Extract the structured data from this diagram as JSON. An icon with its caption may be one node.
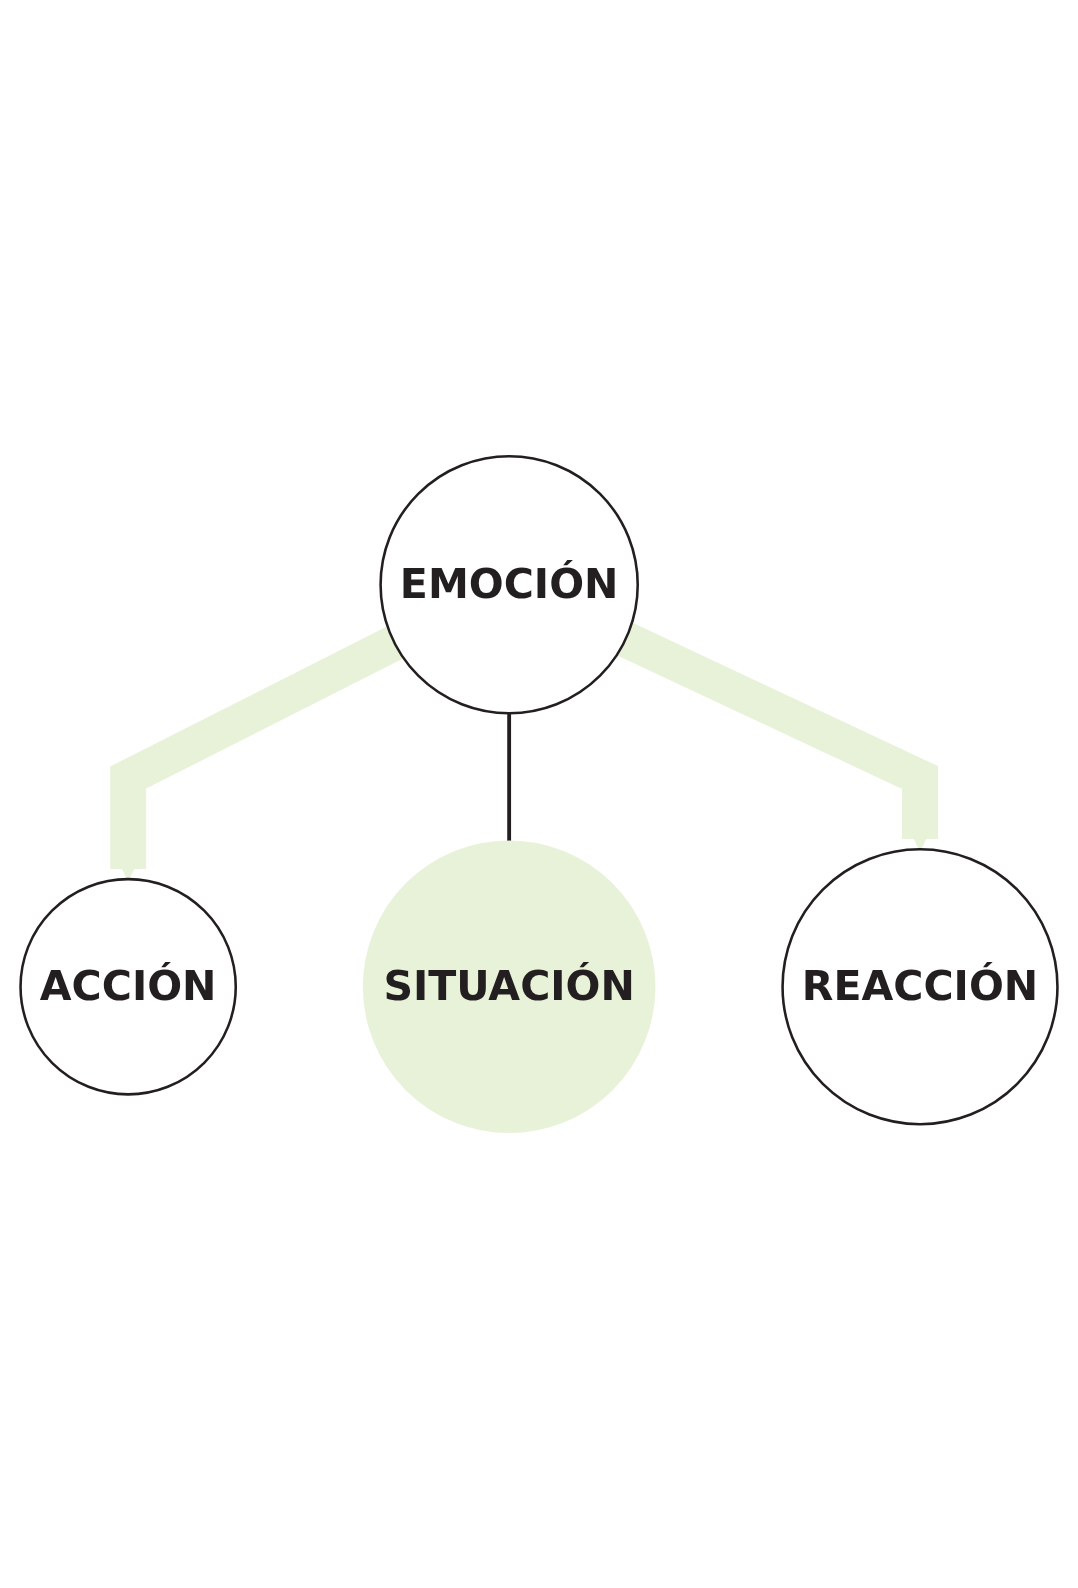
{
  "diagram": {
    "nodes": [
      {
        "text": [
          "ACCIÓN"
        ]
      },
      {
        "text": [
          "EMOCIÓN"
        ]
      },
      {
        "text": [
          "SITUACIÓN"
        ]
      },
      {
        "text": [
          "REACCIÓN"
        ]
      }
    ],
    "edges": [
      {
        "from": 1,
        "to": 0,
        "arrow": "to"
      },
      {
        "from": 1,
        "to": 2,
        "arrow": "none",
        "color": "#231f20"
      },
      {
        "from": 1,
        "to": 3,
        "arrow": "to"
      }
    ]
  }
}
